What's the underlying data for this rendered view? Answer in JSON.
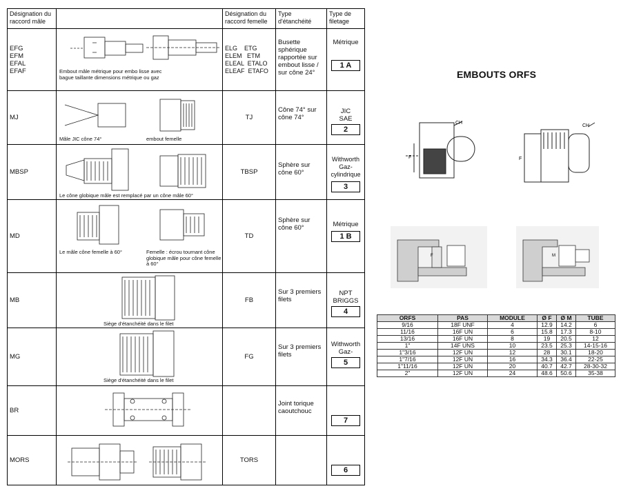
{
  "fittings_table": {
    "headers": [
      "Désignation du raccord mâle",
      "",
      "Désignation du raccord femelle",
      "Type d'étanchéité",
      "Type de filetage"
    ],
    "rows": [
      {
        "male": "EFG\nEFM\nEFAL\nEFAF",
        "captions": [
          "Embout mâle métrique pour embo lisse avec bague taillante dimensions métrique ou gaz"
        ],
        "female": "ELG    ETG\nELEM   ETM\nELEAL  ETALO\nELEAF  ETAFO",
        "seal": "Busette sphérique rapportée sur embout lisse / sur cône 24°",
        "thread": "Métrique",
        "code": "1 A"
      },
      {
        "male": "MJ",
        "captions": [
          "Mâle JIC cône 74°",
          "embout femelle"
        ],
        "female": "TJ",
        "seal": "Cône 74° sur cône 74°",
        "thread": "JIC\nSAE",
        "code": "2"
      },
      {
        "male": "MBSP",
        "captions": [
          "Le cône globique mâle est remplacé par un cône mâle 60°"
        ],
        "female": "TBSP",
        "seal": "Sphère sur cône 60°",
        "thread": "Withworth\nGaz-\ncylindrique",
        "code": "3"
      },
      {
        "male": "MD",
        "captions": [
          "Le mâle cône femelle à 60°",
          "Femelle : écrou tournant cône globique mâle pour cône femelle à 60°"
        ],
        "female": "TD",
        "seal": "Sphère sur cône 60°",
        "thread": "Métrique",
        "code": "1 B"
      },
      {
        "male": "MB",
        "captions": [
          "Siège d'étanchéité dans le filet"
        ],
        "female": "FB",
        "seal": "Sur 3 premiers filets",
        "thread": "NPT\nBRIGGS",
        "code": "4"
      },
      {
        "male": "MG",
        "captions": [
          "Siège d'étanchéité dans le filet"
        ],
        "female": "FG",
        "seal": "Sur 3 premiers filets",
        "thread": "Withworth\nGaz-",
        "code": "5"
      },
      {
        "male": "BR",
        "captions": [],
        "female": "",
        "seal": "Joint torique caoutchouc",
        "thread": "",
        "code": "7"
      },
      {
        "male": "MORS",
        "captions": [],
        "female": "TORS",
        "seal": "",
        "thread": "",
        "code": "6"
      }
    ]
  },
  "orfs": {
    "title": "EMBOUTS ORFS",
    "figure_labels": {
      "ch": "CH",
      "f": "F",
      "m": "M"
    },
    "table": {
      "headers": [
        "ORFS",
        "PAS",
        "MODULE",
        "Ø F",
        "Ø M",
        "TUBE"
      ],
      "rows": [
        [
          "9/16",
          "18F UNF",
          "4",
          "12.9",
          "14.2",
          "6"
        ],
        [
          "11/16",
          "16F UN",
          "6",
          "15.8",
          "17.3",
          "8-10"
        ],
        [
          "13/16",
          "16F UN",
          "8",
          "19",
          "20.5",
          "12"
        ],
        [
          "1\"",
          "14F UNS",
          "10",
          "23.5",
          "25.3",
          "14-15-16"
        ],
        [
          "1\"3/16",
          "12F UN",
          "12",
          "28",
          "30.1",
          "18-20"
        ],
        [
          "1\"7/16",
          "12F UN",
          "16",
          "34.3",
          "36.4",
          "22-25"
        ],
        [
          "1\"11/16",
          "12F UN",
          "20",
          "40.7",
          "42.7",
          "28-30-32"
        ],
        [
          "2\"",
          "12F UN",
          "24",
          "48.6",
          "50.6",
          "35-38"
        ]
      ]
    }
  }
}
